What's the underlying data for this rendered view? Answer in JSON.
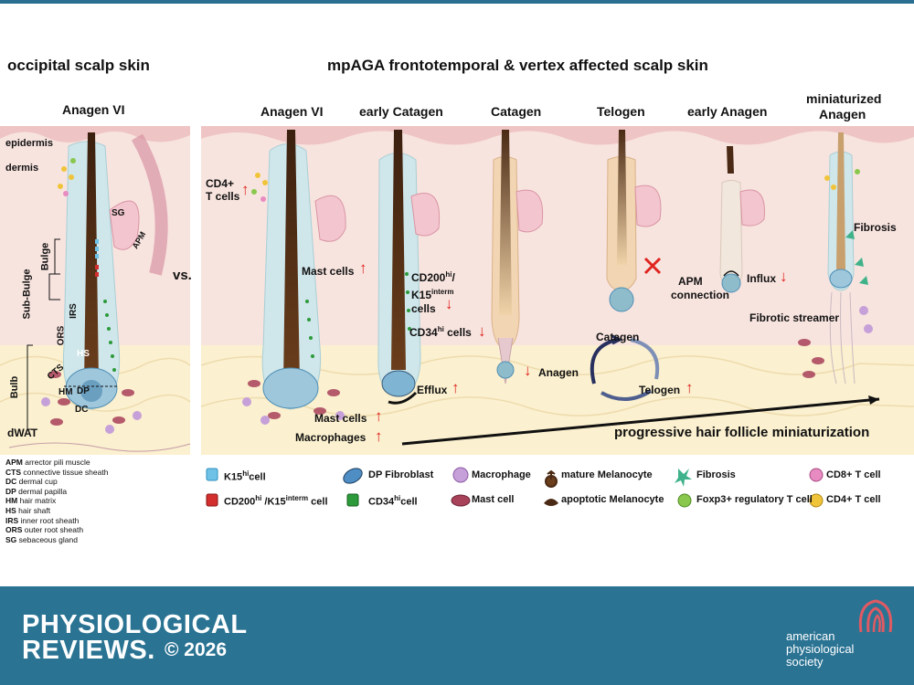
{
  "headers": {
    "left": "occipital scalp skin",
    "right": "mpAGA frontotemporal & vertex affected scalp skin"
  },
  "stages": {
    "left_anagen": "Anagen VI",
    "anagen": "Anagen VI",
    "early_catagen": "early Catagen",
    "catagen": "Catagen",
    "telogen": "Telogen",
    "early_anagen": "early Anagen",
    "mini_1": "miniaturized",
    "mini_2": "Anagen"
  },
  "left_labels": {
    "epidermis": "epidermis",
    "dermis": "dermis",
    "sg": "SG",
    "apm": "APM",
    "bulge": "Bulge",
    "sub_bulge": "Sub-Bulge",
    "irs": "IRS",
    "ors": "ORS",
    "hs": "HS",
    "cts": "CTS",
    "bulb": "Bulb",
    "hm": "HM",
    "dp": "DP",
    "dc": "DC",
    "dwat": "dWAT",
    "vs": "vs."
  },
  "annotations": {
    "cd4_1": "CD4+",
    "cd4_2": "T cells",
    "mast_cells_anagen": "Mast cells",
    "cd200_1": "CD200",
    "cd200_hi": "hi",
    "cd200_slash": "/",
    "k15_1": "K15",
    "k15_sup": "interm",
    "cells": "cells",
    "cd34": "CD34",
    "cd34_sup": "hi",
    "cd34_cells": " cells",
    "efflux": "Efflux",
    "mast_cells_bottom": "Mast cells",
    "macrophages": "Macrophages",
    "apm_conn_1": "APM",
    "apm_conn_2": "connection",
    "influx": "Influx",
    "fibrosis": "Fibrosis",
    "fibrotic_streamer": "Fibrotic streamer",
    "cycle_catagen": "Catagen",
    "cycle_anagen": "Anagen",
    "cycle_telogen": "Telogen",
    "progressive": "progressive hair follicle miniaturization",
    "up_arrow": "↑",
    "down_arrow": "↓"
  },
  "abbreviations": [
    {
      "abbr": "APM",
      "desc": " arrector pili muscle"
    },
    {
      "abbr": "CTS",
      "desc": " connective tissue sheath"
    },
    {
      "abbr": "DC",
      "desc": " dermal cup"
    },
    {
      "abbr": "DP",
      "desc": " dermal papilla"
    },
    {
      "abbr": "HM",
      "desc": " hair matrix"
    },
    {
      "abbr": "HS",
      "desc": " hair shaft"
    },
    {
      "abbr": "IRS",
      "desc": " inner root sheath"
    },
    {
      "abbr": "ORS",
      "desc": " outer root sheath"
    },
    {
      "abbr": "SG",
      "desc": " sebaceous gland"
    }
  ],
  "legend": {
    "k15": "K15",
    "k15_sup": "hi",
    "k15_tail": "cell",
    "cd200": "CD200",
    "cd200_sup": "hi",
    "cd200_mid": " /K15",
    "cd200_sup2": "interm",
    "cd200_tail": " cell",
    "dp_fibroblast": "DP Fibroblast",
    "cd34": "CD34",
    "cd34_sup": "hi",
    "cd34_tail": "cell",
    "macrophage": "Macrophage",
    "mast_cell": "Mast cell",
    "mature_melanocyte": "mature Melanocyte",
    "apoptotic_melanocyte": "apoptotic Melanocyte",
    "fibrosis": "Fibrosis",
    "foxp3": "Foxp3+ regulatory T cell",
    "cd8": "CD8+ T cell",
    "cd4": "CD4+ T cell"
  },
  "footer": {
    "journal_1": "PHYSIOLOGICAL",
    "journal_2": "REVIEWS.",
    "copyright": "© 2026",
    "society_1": "american",
    "society_2": "physiological",
    "society_3": "society"
  },
  "colors": {
    "brand": "#2a7393",
    "skin": "#f8e4df",
    "fat": "#fbf0cf",
    "red_arrow": "#e0241f",
    "hair": "#4a2a14"
  }
}
